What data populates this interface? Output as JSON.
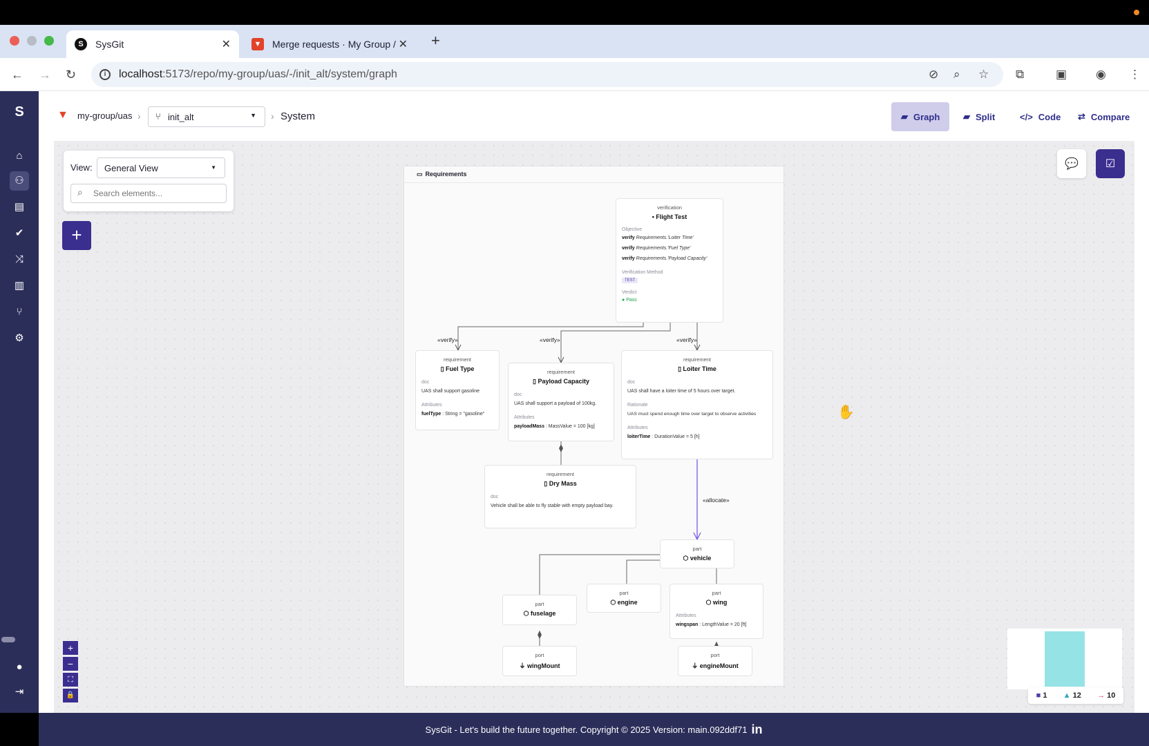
{
  "browser": {
    "tabs": [
      {
        "title": "SysGit"
      },
      {
        "title": "Merge requests · My Group / ​"
      }
    ],
    "url_host": "localhost",
    "url_rest": ":5173/repo/my-group/uas/-/init_alt/system/graph"
  },
  "header": {
    "repo": "my-group/uas",
    "branch": "init_alt",
    "page": "System",
    "view_buttons": [
      "Graph",
      "Split",
      "Code",
      "Compare"
    ]
  },
  "view_panel": {
    "label": "View:",
    "selected": "General View",
    "search_placeholder": "Search elements..."
  },
  "diagram": {
    "title": "Requirements",
    "flight_test": {
      "kind": "verification",
      "name": "Flight Test",
      "objective_label": "Objective",
      "verify_keyword": "verify",
      "objectives": [
        "Requirements.'Loiter Time'",
        "Requirements.'Fuel Type'",
        "Requirements.'Payload Capacity'"
      ],
      "method_label": "Verification Method",
      "method": "TEST",
      "verdict_label": "Verdict",
      "verdict": "Pass"
    },
    "fuel_type": {
      "kind": "requirement",
      "name": "Fuel Type",
      "doc_label": "doc",
      "doc": "UAS shall support gasoline",
      "attr_label": "Attributes",
      "attr_name": "fuelType",
      "attr_value": " : String = \"gasoline\""
    },
    "payload": {
      "kind": "requirement",
      "name": "Payload Capacity",
      "doc_label": "doc",
      "doc": "UAS shall support a payload of 100kg.",
      "attr_label": "Attributes",
      "attr_name": "payloadMass",
      "attr_value": " : MassValue = 100 [kg]"
    },
    "loiter": {
      "kind": "requirement",
      "name": "Loiter Time",
      "doc_label": "doc",
      "doc": "UAS shall have a loiter time of 5 hours over target.",
      "rationale_label": "Rationale",
      "rationale": "UAS must spend enough time over target to observe activities",
      "attr_label": "Attributes",
      "attr_name": "loiterTime",
      "attr_value": " : DurationValue = 5 [h]"
    },
    "dry_mass": {
      "kind": "requirement",
      "name": "Dry Mass",
      "doc_label": "doc",
      "doc": "Vehicle shall be able to fly stable with empty payload bay."
    },
    "vehicle": {
      "kind": "part",
      "name": "vehicle"
    },
    "engine": {
      "kind": "part",
      "name": "engine"
    },
    "wing": {
      "kind": "part",
      "name": "wing",
      "attr_label": "Attributes",
      "attr_name": "wingspan",
      "attr_value": " : LengthValue = 20 [ft]"
    },
    "fuselage": {
      "kind": "part",
      "name": "fuselage"
    },
    "wing_mount": {
      "kind": "port",
      "name": "wingMount"
    },
    "engine_mount": {
      "kind": "port",
      "name": "engineMount"
    },
    "stereotypes": {
      "verify": "«verify»",
      "allocate": "«allocate»"
    }
  },
  "stats": {
    "packages": "1",
    "elements": "12",
    "relations": "10"
  },
  "footer": {
    "text": "SysGit - Let's build the future together.  Copyright © 2025  Version: main.092ddf71",
    "linkedin": "in"
  },
  "colors": {
    "sidebar": "#2c2e5a",
    "accent": "#3a2e8f",
    "minimap": "#96e3e6",
    "pass": "#1aa34a"
  }
}
